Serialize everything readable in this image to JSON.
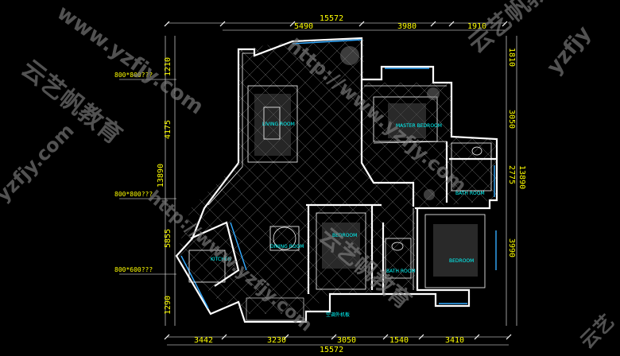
{
  "dims_top": {
    "total": "15572",
    "seg1": "5490",
    "seg2": "3980",
    "seg3": "1910"
  },
  "dims_bottom": {
    "seg1": "3442",
    "seg2": "3230",
    "seg3": "3050",
    "seg4": "1540",
    "seg5": "3410",
    "total": "15572"
  },
  "dims_left": {
    "seg1": "1210",
    "seg2": "4175",
    "total": "13890",
    "seg3": "5855",
    "seg4": "1290"
  },
  "dims_right": {
    "seg1": "1810",
    "seg2": "3050",
    "seg3": "2775",
    "total": "13890",
    "seg4": "3990"
  },
  "notes": {
    "win1": "800*800???",
    "win2": "800*800???",
    "win3": "800*600???"
  },
  "rooms": {
    "living": "LIVING ROOM",
    "master": "MASTER BEDROOM",
    "bath": "BATH ROOM",
    "bedroom1": "BEDROOM",
    "bedroom2": "BEDROOM",
    "dining": "DINING ROOM",
    "bath2": "BATH ROOM",
    "kitchen": "KITCHEN",
    "balcony": "空调外机板"
  },
  "watermarks": {
    "url1": "www.yzfjy.com",
    "url2": "http://www.yzfjy.com",
    "brand1": "云艺帆教育",
    "brand2": "云艺帆教育",
    "brand3": "云艺帆教育",
    "corner1": "yzfjy",
    "corner2": "yzfjy.com",
    "corner3": "云艺"
  },
  "colors": {
    "background": "#000000",
    "dimension": "#ffff00",
    "label": "#00ffff",
    "wall": "#ffffff",
    "window": "#33aaff",
    "watermark": "#7f7f7f"
  }
}
